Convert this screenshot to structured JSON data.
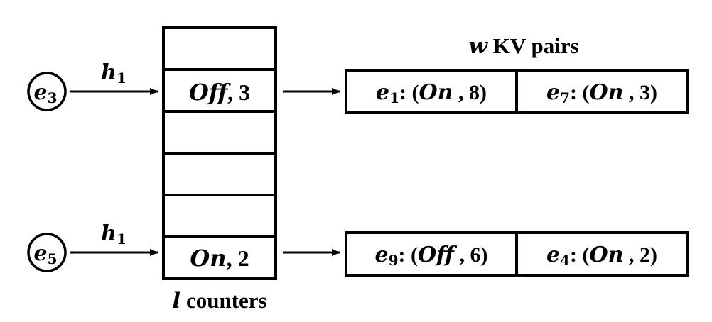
{
  "inputs": [
    {
      "elem": "e",
      "sub": "3",
      "hash": "h",
      "hash_sub": "1"
    },
    {
      "elem": "e",
      "sub": "5",
      "hash": "h",
      "hash_sub": "1"
    }
  ],
  "counters": {
    "cells": [
      {
        "flag": "",
        "count": ""
      },
      {
        "flag": "Off",
        "count": "3"
      },
      {
        "flag": "",
        "count": ""
      },
      {
        "flag": "",
        "count": ""
      },
      {
        "flag": "",
        "count": ""
      },
      {
        "flag": "On",
        "count": "2"
      }
    ],
    "label_var": "l",
    "label_text": "counters"
  },
  "kv": {
    "label_var": "w",
    "label_text": "KV pairs",
    "buckets": [
      [
        {
          "key": "e",
          "key_sub": "1",
          "flag": "On",
          "count": "8"
        },
        {
          "key": "e",
          "key_sub": "7",
          "flag": "On",
          "count": "3"
        }
      ],
      [
        {
          "key": "e",
          "key_sub": "9",
          "flag": "Off",
          "count": "6"
        },
        {
          "key": "e",
          "key_sub": "4",
          "flag": "On",
          "count": "2"
        }
      ]
    ]
  }
}
